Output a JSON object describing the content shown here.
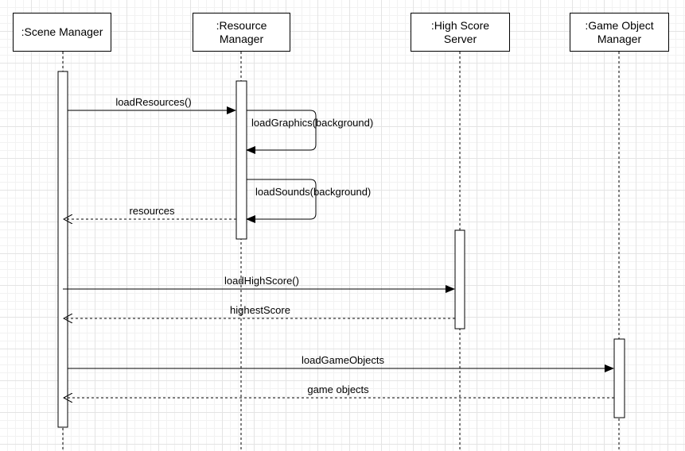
{
  "participants": [
    {
      "id": "scene",
      "label": ":Scene Manager"
    },
    {
      "id": "resource",
      "label": ":Resource\nManager"
    },
    {
      "id": "highscore",
      "label": ":High Score\nServer"
    },
    {
      "id": "gameobject",
      "label": ":Game Object\nManager"
    }
  ],
  "messages": {
    "load_resources": "loadResources()",
    "load_graphics": "loadGraphics(background)",
    "load_sounds": "loadSounds(background)",
    "resources_return": "resources",
    "load_high_score": "loadHighScore()",
    "highest_score_return": "highestScore",
    "load_game_objects": "loadGameObjects",
    "game_objects_return": "game objects"
  },
  "colors": {
    "line": "#000000",
    "background": "#ffffff",
    "grid": "#e4e4e4"
  }
}
